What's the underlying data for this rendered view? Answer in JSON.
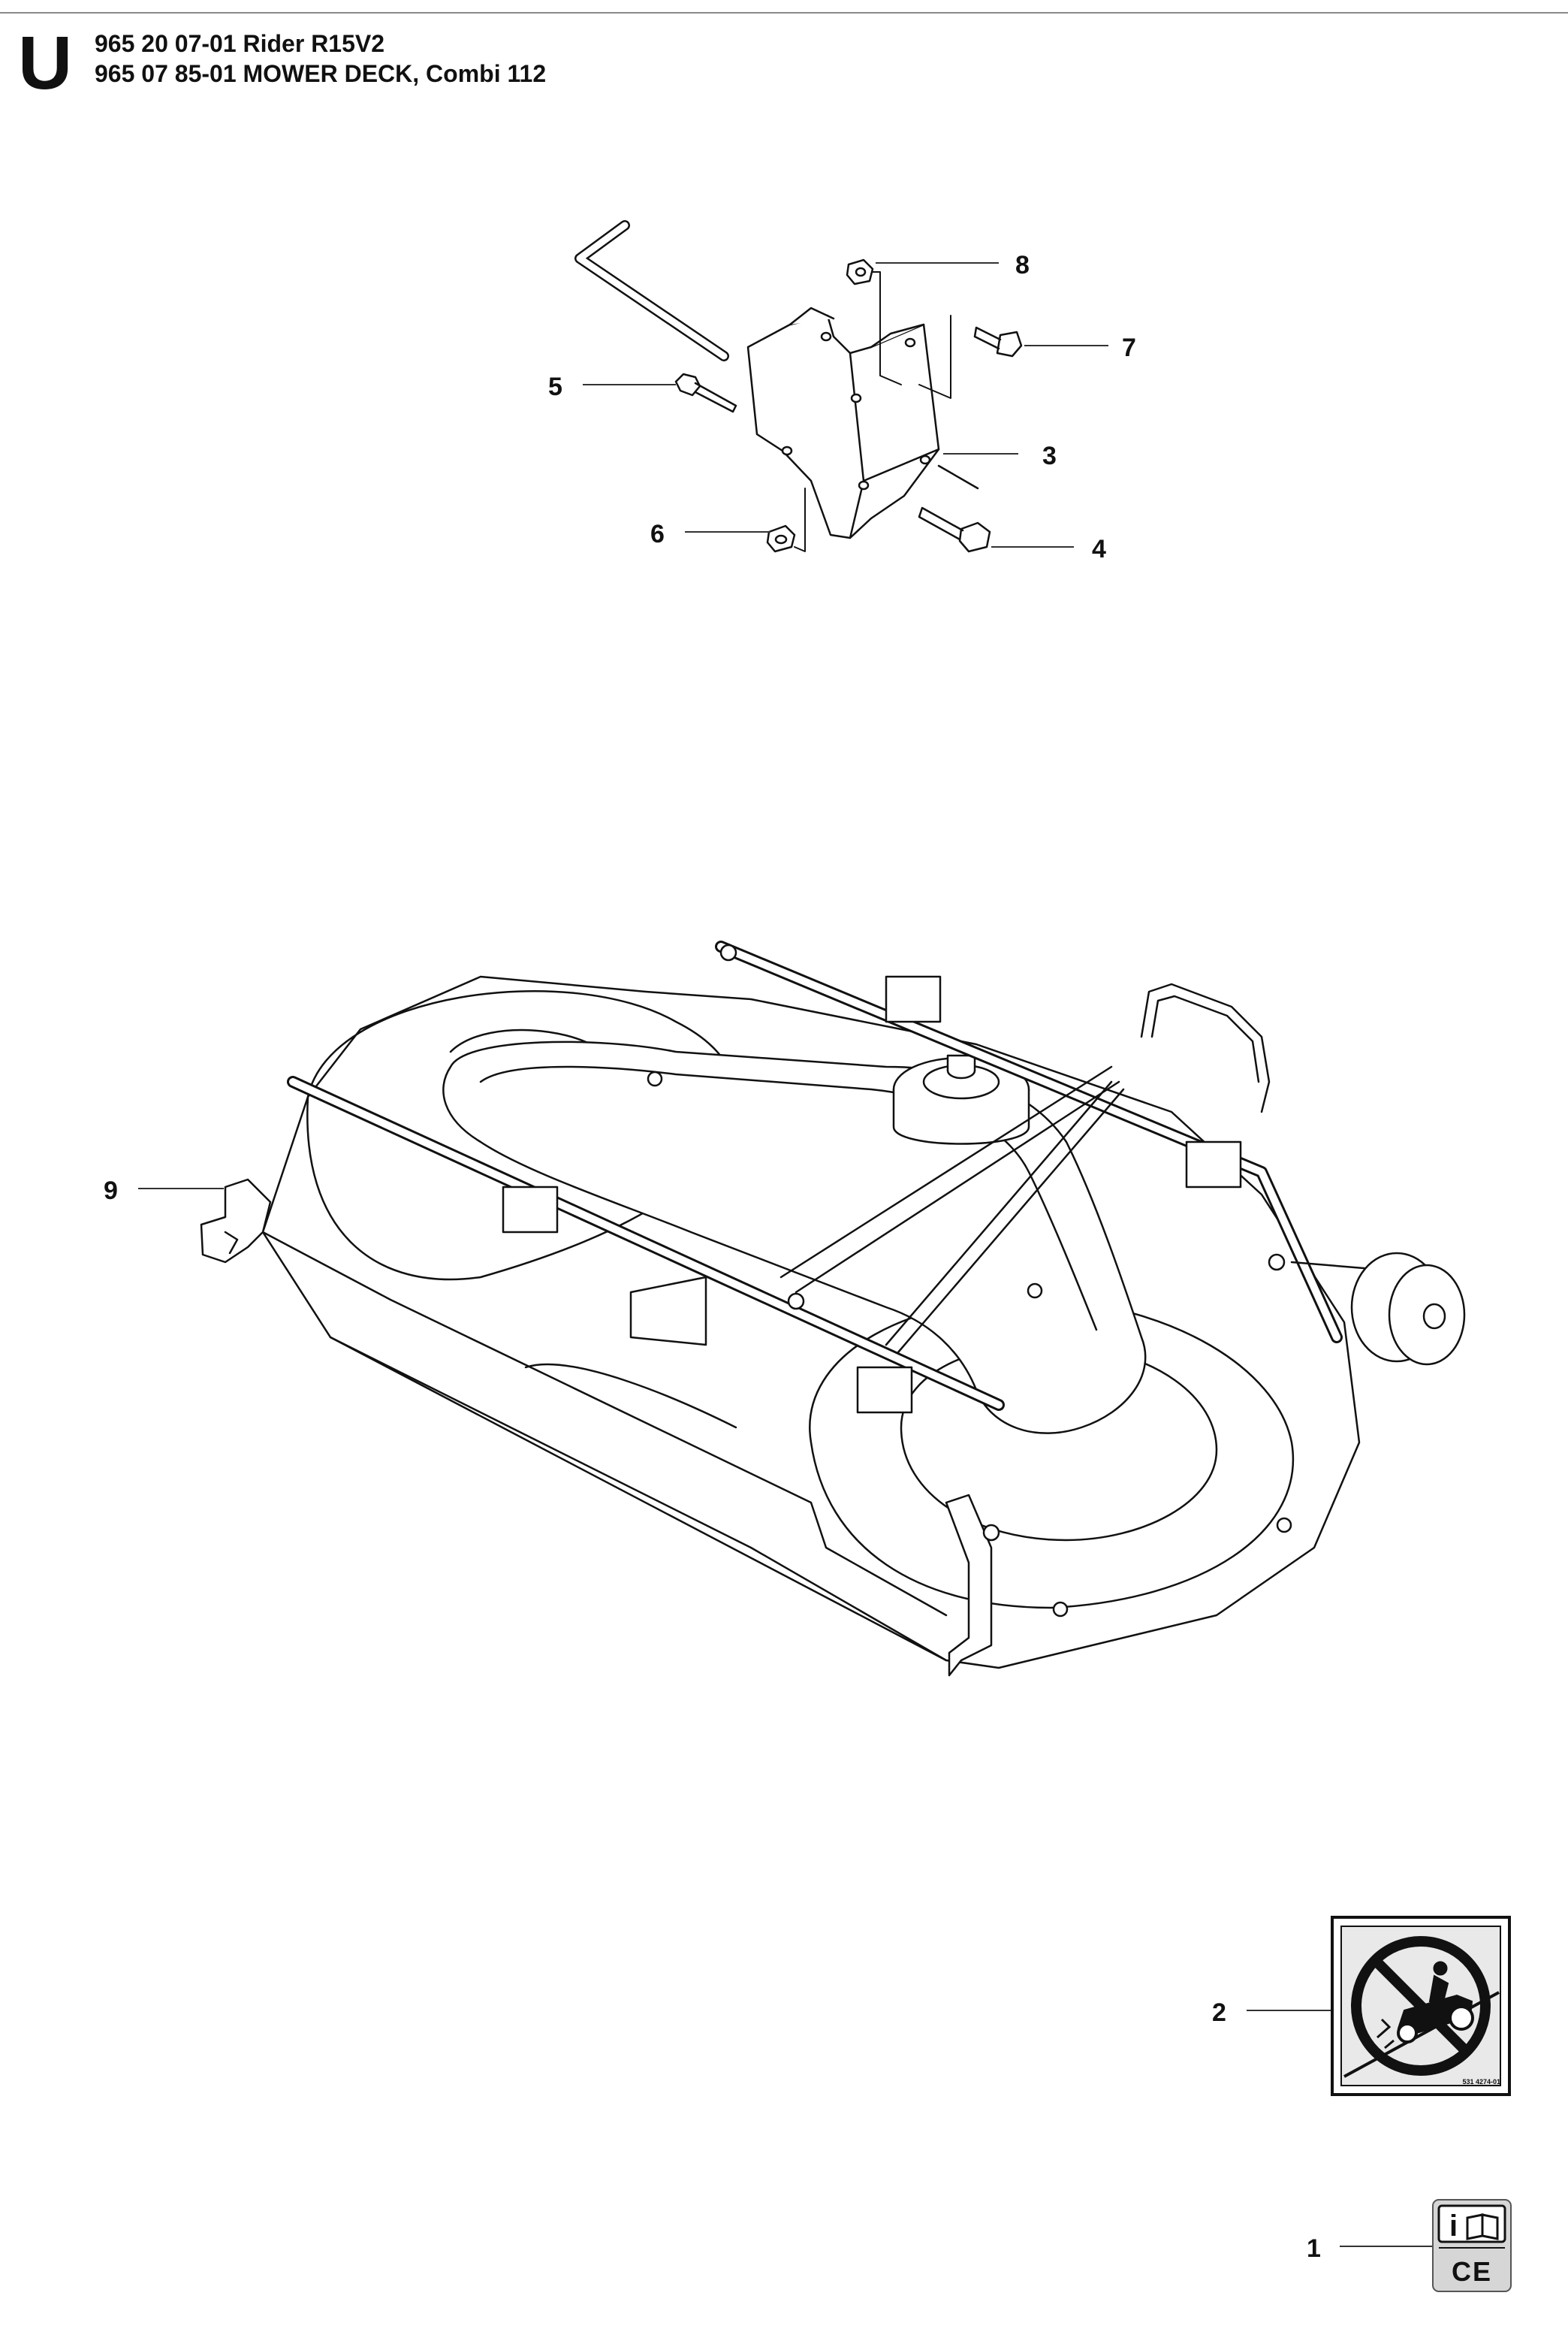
{
  "header": {
    "section_letter": "U",
    "line1": "965 20 07-01 Rider R15V2",
    "line2": "965 07 85-01 MOWER DECK, Combi 112"
  },
  "callouts": {
    "c1": "1",
    "c2": "2",
    "c3": "3",
    "c4": "4",
    "c5": "5",
    "c6": "6",
    "c7": "7",
    "c8": "8",
    "c9": "9"
  },
  "decal": {
    "code": "531 4274-01"
  },
  "manual_badge": {
    "info_glyph": "i",
    "ce_mark": "CE"
  }
}
